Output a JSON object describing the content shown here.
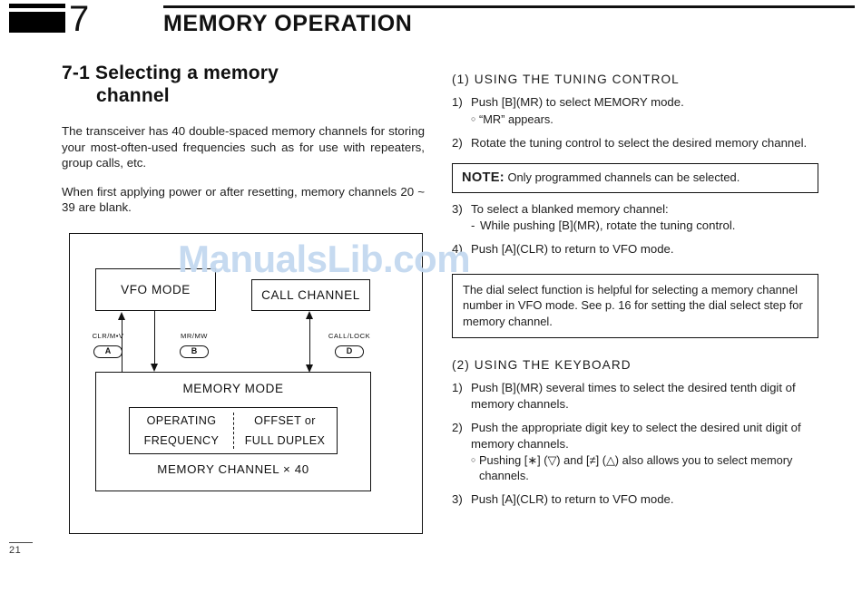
{
  "header": {
    "chapter_number": "7",
    "title": "MEMORY OPERATION"
  },
  "footer": {
    "page_number": "21"
  },
  "watermark": {
    "text": "ManualsLib.com",
    "color": "#c3d9f0"
  },
  "left_column": {
    "section_number": "7-1",
    "section_title_line1": "Selecting a memory",
    "section_title_line2": "channel",
    "paragraph_1": "The transceiver has 40 double-spaced memory channels for storing your most-often-used frequencies such as for use with repeaters, group calls, etc.",
    "paragraph_2": "When first applying power or after resetting, memory channels 20 ~ 39 are blank."
  },
  "diagram": {
    "vfo_box": "VFO MODE",
    "call_box": "CALL CHANNEL",
    "memory_box_title": "MEMORY MODE",
    "inner_cell_left_line1": "OPERATING",
    "inner_cell_left_line2": "FREQUENCY",
    "inner_cell_right_line1": "OFFSET or",
    "inner_cell_right_line2": "FULL DUPLEX",
    "memory_channel_label": "MEMORY CHANNEL × 40",
    "key_a_text": "CLR/M•V",
    "key_a_pill": "A",
    "key_b_text": "MR/MW",
    "key_b_pill": "B",
    "key_d_text": "CALL/LOCK",
    "key_d_pill": "D"
  },
  "right_column": {
    "section1_heading": "(1) USING THE TUNING CONTROL",
    "section1_steps": [
      {
        "num": "1)",
        "text": "Push [B](MR) to select MEMORY mode.",
        "bullets": [
          {
            "dot": "○",
            "text": "“MR” appears."
          }
        ]
      },
      {
        "num": "2)",
        "text": "Rotate the tuning control to select the desired memory channel.",
        "bullets": []
      }
    ],
    "note": {
      "keyword": "NOTE:",
      "text": " Only programmed channels can be selected."
    },
    "section1_steps_cont": [
      {
        "num": "3)",
        "text": "To select a blanked memory channel:",
        "dash": "While pushing [B](MR), rotate the tuning control."
      },
      {
        "num": "4)",
        "text": "Push [A](CLR) to return to VFO mode.",
        "dash": ""
      }
    ],
    "tip": "The dial select function is helpful for selecting a memory channel number in VFO mode. See p. 16 for setting the dial select step for memory channel.",
    "section2_heading": "(2) USING THE KEYBOARD",
    "section2_steps": [
      {
        "num": "1)",
        "text": "Push [B](MR) several times to select the desired tenth digit of memory channels.",
        "bullets": []
      },
      {
        "num": "2)",
        "text": "Push the appropriate digit key to select the desired unit digit of memory channels.",
        "bullets": [
          {
            "dot": "○",
            "text": "Pushing [∗] (▽) and [≠] (△) also allows you to select memory channels."
          }
        ]
      },
      {
        "num": "3)",
        "text": "Push [A](CLR) to return to VFO mode.",
        "bullets": []
      }
    ]
  }
}
